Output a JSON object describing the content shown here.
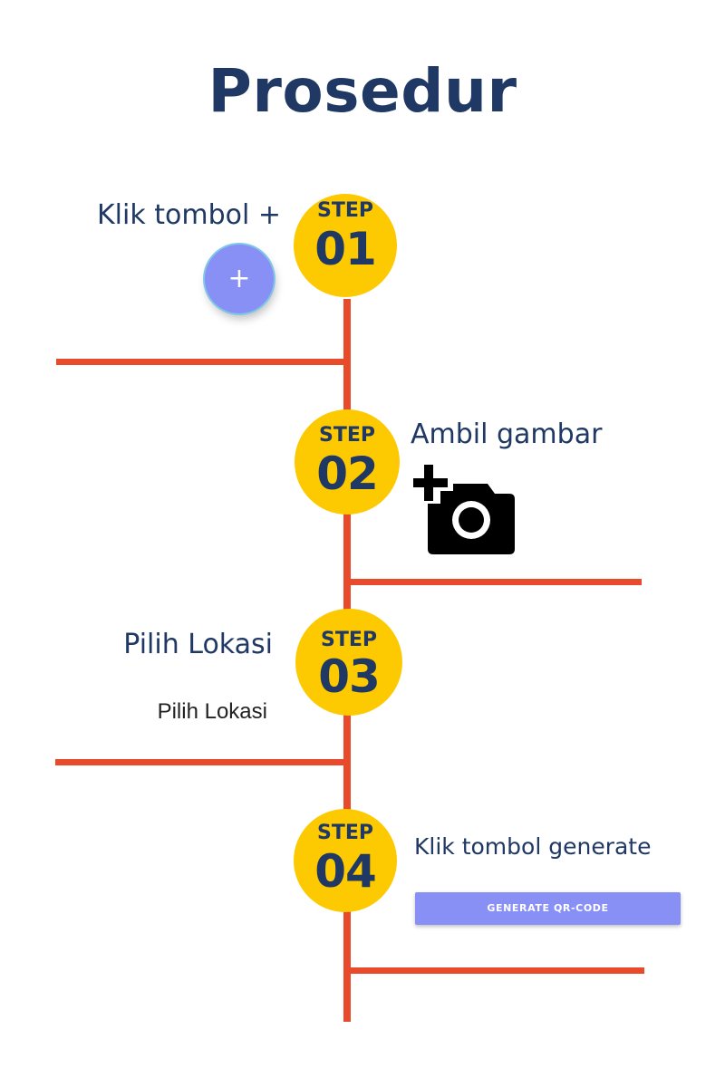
{
  "title": "Prosedur",
  "steps": [
    {
      "label": "STEP",
      "number": "01",
      "text": "Klik tombol +"
    },
    {
      "label": "STEP",
      "number": "02",
      "text": "Ambil gambar"
    },
    {
      "label": "STEP",
      "number": "03",
      "text": "Pilih Lokasi"
    },
    {
      "label": "STEP",
      "number": "04",
      "text": "Klik tombol generate"
    }
  ],
  "fab": {
    "symbol": "+",
    "icon": "plus-icon"
  },
  "camera": {
    "icon": "add-photo-icon"
  },
  "location_option": "Pilih Lokasi",
  "generate_button": "GENERATE QR-CODE",
  "colors": {
    "title": "#1f3864",
    "circle": "#fdc900",
    "line": "#e84a2c",
    "button": "#8990f5"
  }
}
